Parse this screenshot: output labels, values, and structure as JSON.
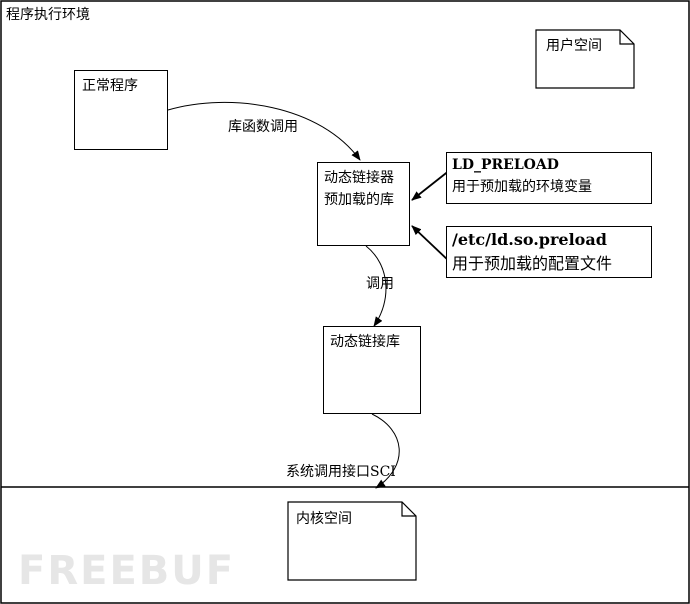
{
  "env_title": "程序执行环境",
  "user_space": "用户空间",
  "kernel_space": "内核空间",
  "normal_program": "正常程序",
  "lib_call_label": "库函数调用",
  "linker_line1": "动态链接器",
  "linker_line2": "预加载的库",
  "ld_preload_name": "LD_PRELOAD",
  "ld_preload_desc": "用于预加载的环境变量",
  "etc_preload_name": "/etc/ld.so.preload",
  "etc_preload_desc": "用于预加载的配置文件",
  "call_label": "调用",
  "dyn_lib": "动态链接库",
  "sci_label": "系统调用接口SCI",
  "watermark": "FREEBUF"
}
